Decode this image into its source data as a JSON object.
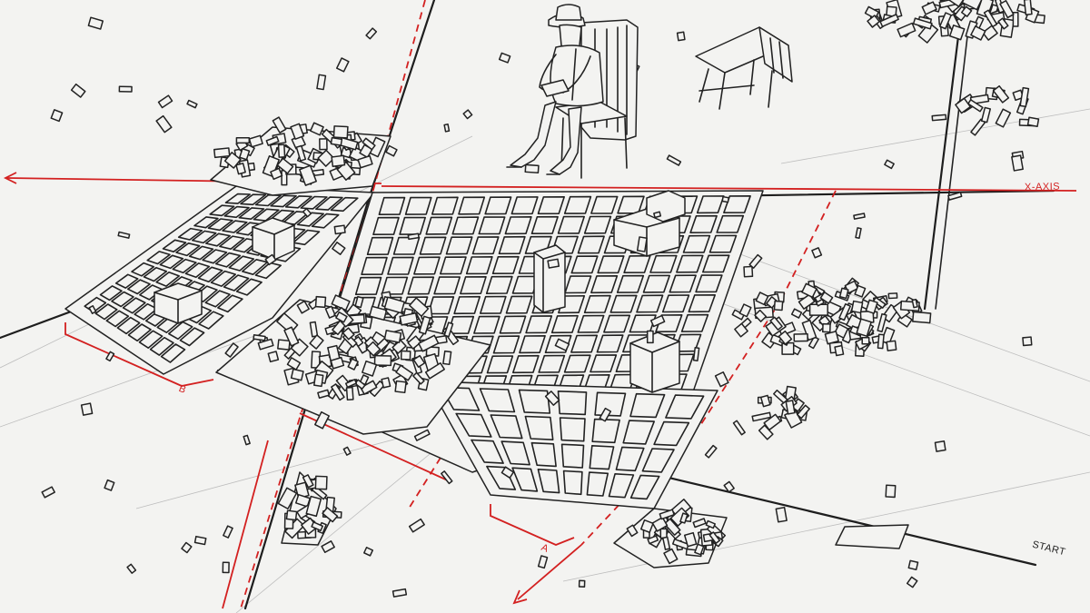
{
  "labels": {
    "x_axis": "X-AXIS",
    "marker_a": "A",
    "marker_b": "B",
    "start": "START"
  },
  "colors": {
    "paper": "#f3f3f1",
    "ink": "#222222",
    "axis_red": "#d32020"
  }
}
